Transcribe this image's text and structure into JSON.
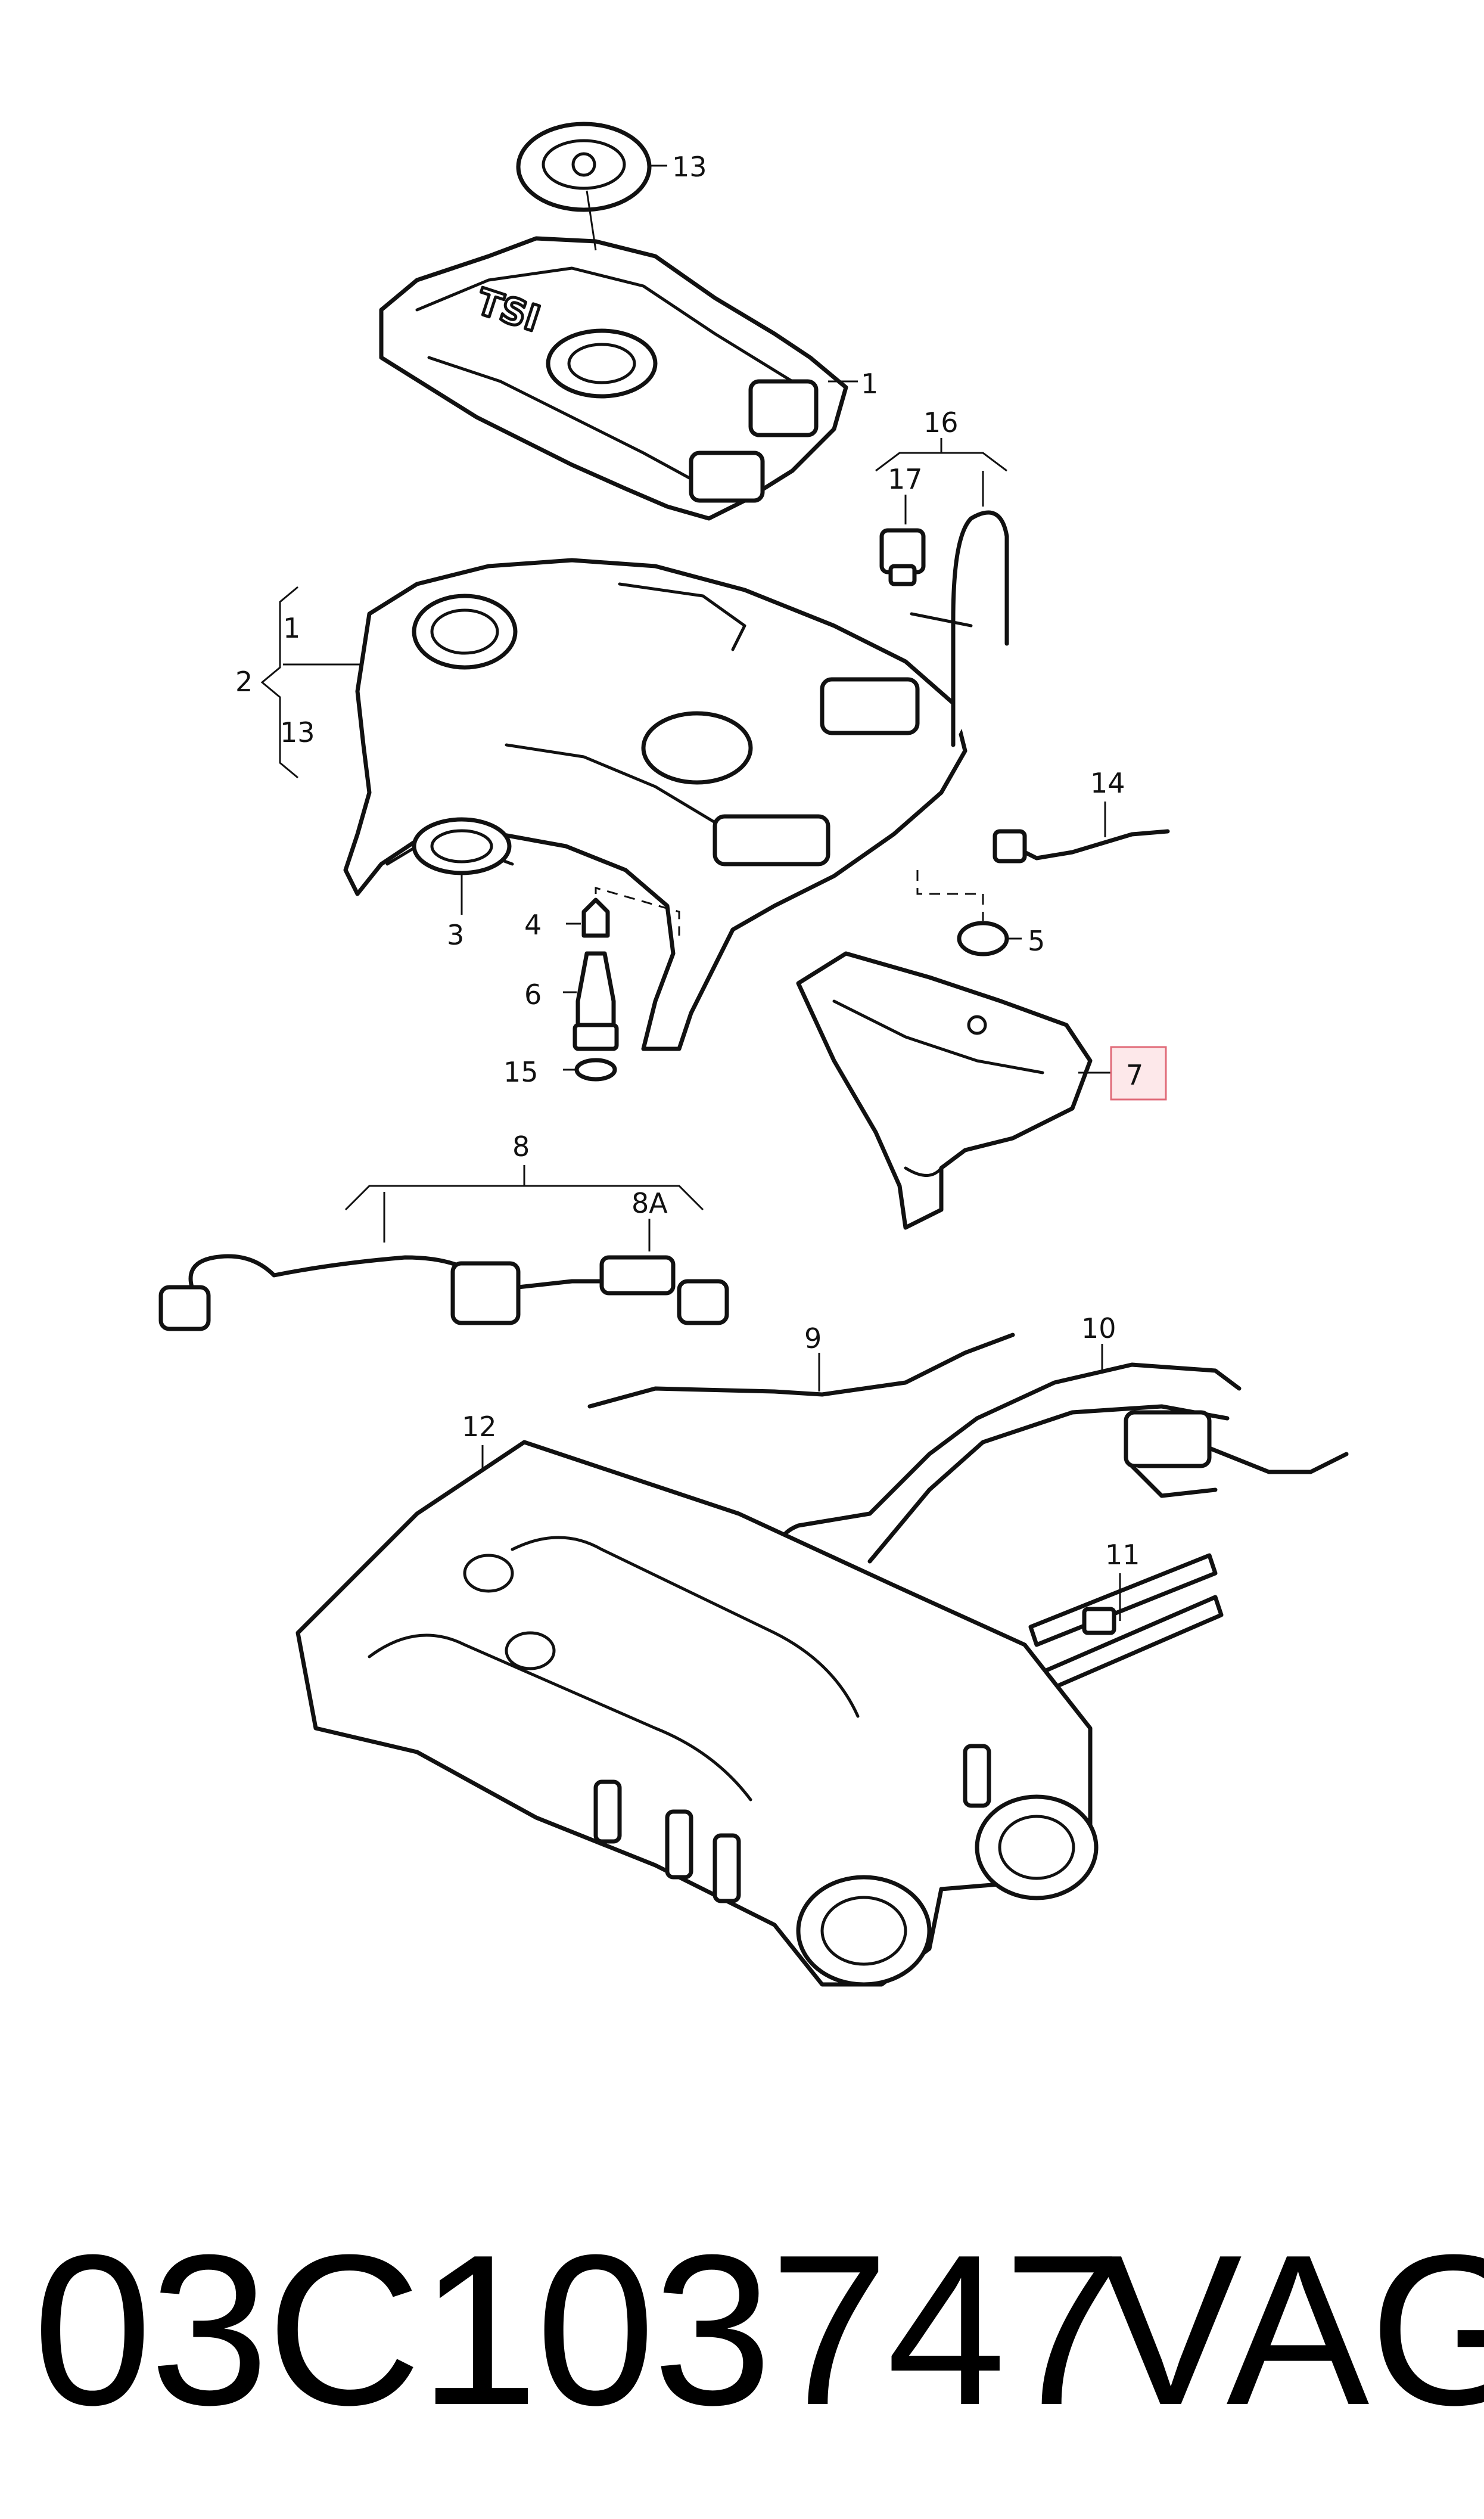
{
  "callouts": {
    "c1": "1",
    "c1b": "1",
    "c2": "2",
    "c3": "3",
    "c4": "4",
    "c5": "5",
    "c6": "6",
    "c7": "7",
    "c8": "8",
    "c8a": "8A",
    "c9": "9",
    "c10": "10",
    "c11": "11",
    "c12": "12",
    "c13": "13",
    "c13b": "13",
    "c14": "14",
    "c15": "15",
    "c16": "16",
    "c17": "17"
  },
  "emblem_text": "TSI",
  "footer": {
    "part_number": "03C103747",
    "brand": "VAG"
  },
  "colors": {
    "line": "#111111",
    "highlight_fill": "#fde8ea",
    "highlight_stroke": "#e06a78"
  }
}
